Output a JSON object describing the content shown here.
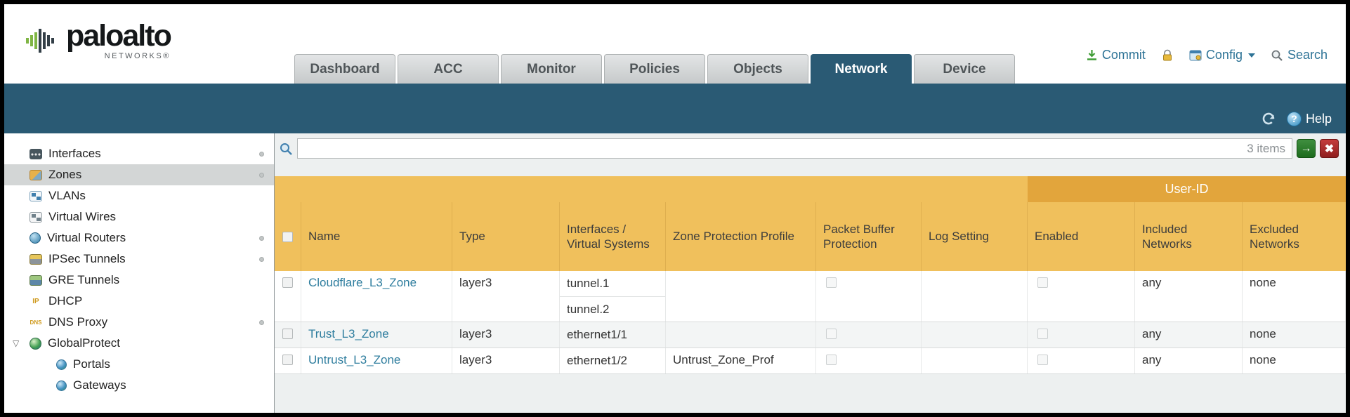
{
  "brand": {
    "name": "paloalto",
    "sub": "NETWORKS®"
  },
  "nav": {
    "tabs": [
      {
        "label": "Dashboard",
        "active": false
      },
      {
        "label": "ACC",
        "active": false
      },
      {
        "label": "Monitor",
        "active": false
      },
      {
        "label": "Policies",
        "active": false
      },
      {
        "label": "Objects",
        "active": false
      },
      {
        "label": "Network",
        "active": true
      },
      {
        "label": "Device",
        "active": false
      }
    ],
    "utilities": {
      "commit": "Commit",
      "config": "Config",
      "search": "Search"
    }
  },
  "subheader": {
    "help_label": "Help"
  },
  "sidebar": {
    "items": [
      {
        "label": "Interfaces",
        "icon": "interfaces-icon",
        "dot": true
      },
      {
        "label": "Zones",
        "icon": "zones-icon",
        "selected": true,
        "dot": true
      },
      {
        "label": "VLANs",
        "icon": "vlans-icon"
      },
      {
        "label": "Virtual Wires",
        "icon": "virtual-wires-icon"
      },
      {
        "label": "Virtual Routers",
        "icon": "virtual-routers-icon",
        "dot": true
      },
      {
        "label": "IPSec Tunnels",
        "icon": "ipsec-tunnels-icon",
        "dot": true
      },
      {
        "label": "GRE Tunnels",
        "icon": "gre-tunnels-icon"
      },
      {
        "label": "DHCP",
        "icon": "dhcp-icon",
        "icon_text": "IP"
      },
      {
        "label": "DNS Proxy",
        "icon": "dns-proxy-icon",
        "icon_text": "DNS",
        "dot": true
      },
      {
        "label": "GlobalProtect",
        "icon": "globalprotect-icon",
        "expander": true
      },
      {
        "label": "Portals",
        "icon": "portals-icon",
        "indent": true
      },
      {
        "label": "Gateways",
        "icon": "gateways-icon",
        "indent": true
      }
    ]
  },
  "toolbar": {
    "search_value": "",
    "items_count": "3 items"
  },
  "table": {
    "group_header": "User-ID",
    "columns": [
      "",
      "Name",
      "Type",
      "Interfaces / Virtual Systems",
      "Zone Protection Profile",
      "Packet Buffer Protection",
      "Log Setting",
      "Enabled",
      "Included Networks",
      "Excluded Networks"
    ],
    "rows": [
      {
        "name": "Cloudflare_L3_Zone",
        "type": "layer3",
        "interfaces": [
          "tunnel.1",
          "tunnel.2"
        ],
        "zone_protection_profile": "",
        "packet_buffer_protection": false,
        "log_setting": "",
        "user_id_enabled": false,
        "included_networks": "any",
        "excluded_networks": "none"
      },
      {
        "name": "Trust_L3_Zone",
        "type": "layer3",
        "interfaces": [
          "ethernet1/1"
        ],
        "zone_protection_profile": "",
        "packet_buffer_protection": false,
        "log_setting": "",
        "user_id_enabled": false,
        "included_networks": "any",
        "excluded_networks": "none"
      },
      {
        "name": "Untrust_L3_Zone",
        "type": "layer3",
        "interfaces": [
          "ethernet1/2"
        ],
        "zone_protection_profile": "Untrust_Zone_Prof",
        "packet_buffer_protection": false,
        "log_setting": "",
        "user_id_enabled": false,
        "included_networks": "any",
        "excluded_networks": "none"
      }
    ]
  },
  "colors": {
    "accent_teal": "#2a5a74",
    "table_header": "#f0c05c",
    "user_id_header": "#e2a53c",
    "link": "#2e7d9e",
    "commit_green": "#3f9c35"
  }
}
